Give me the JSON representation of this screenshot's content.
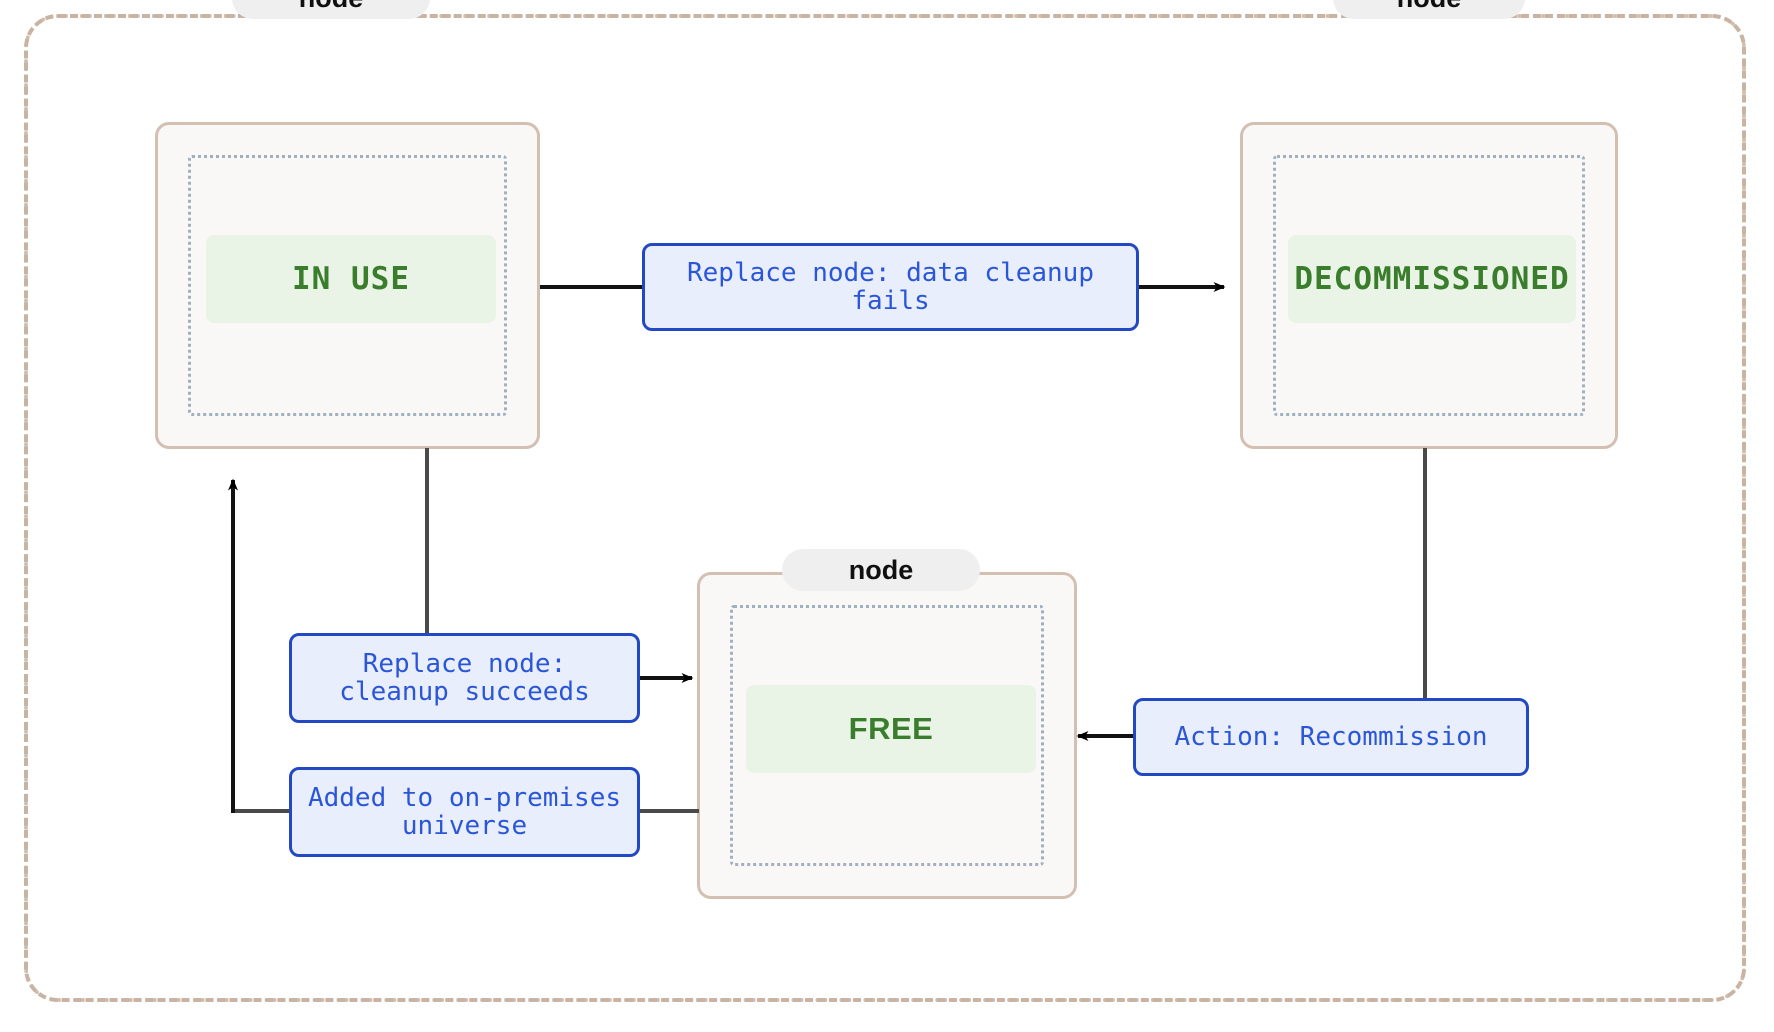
{
  "diagram": {
    "type": "state-machine",
    "title": "",
    "outer_container": {
      "style": "dash-dot",
      "color": "#c9b3a3"
    },
    "clusters": [
      {
        "id": "cluster-in-use",
        "label": "node",
        "state": "IN USE",
        "state_font": "mono"
      },
      {
        "id": "cluster-decommissioned",
        "label": "node",
        "state": "DECOMMISSIONED",
        "state_font": "mono"
      },
      {
        "id": "cluster-free",
        "label": "node",
        "state": "FREE",
        "state_font": "sans"
      }
    ],
    "edges": [
      {
        "id": "edge-in-use-to-decommissioned",
        "from": "IN USE",
        "to": "DECOMMISSIONED",
        "label": "Replace node: data cleanup fails",
        "label_lines": [
          "Replace node: data cleanup",
          "fails"
        ]
      },
      {
        "id": "edge-in-use-to-free",
        "from": "IN USE",
        "to": "FREE",
        "label": "Replace node: cleanup succeeds",
        "label_lines": [
          "Replace node:",
          "cleanup succeeds"
        ]
      },
      {
        "id": "edge-free-to-in-use",
        "from": "FREE",
        "to": "IN USE",
        "label": "Added to on-premises universe",
        "label_lines": [
          "Added to on-premises",
          "universe"
        ]
      },
      {
        "id": "edge-decommissioned-to-free",
        "from": "DECOMMISSIONED",
        "to": "FREE",
        "label": "Action: Recommission",
        "label_lines": [
          "Action: Recommission"
        ]
      }
    ],
    "colors": {
      "outer_border": "#c9b3a3",
      "cluster_border": "#d3c0b2",
      "cluster_bg": "#faf8f6",
      "inner_dash": "#9fb0c0",
      "state_bg": "#eaf4e6",
      "state_text": "#3a7d2c",
      "label_bg": "#e8eefb",
      "label_border": "#2348c4",
      "label_text": "#2c56d8",
      "edge_line": "#4a4a4a",
      "arrow": "#000000",
      "cluster_pill_bg": "#efefef"
    }
  }
}
